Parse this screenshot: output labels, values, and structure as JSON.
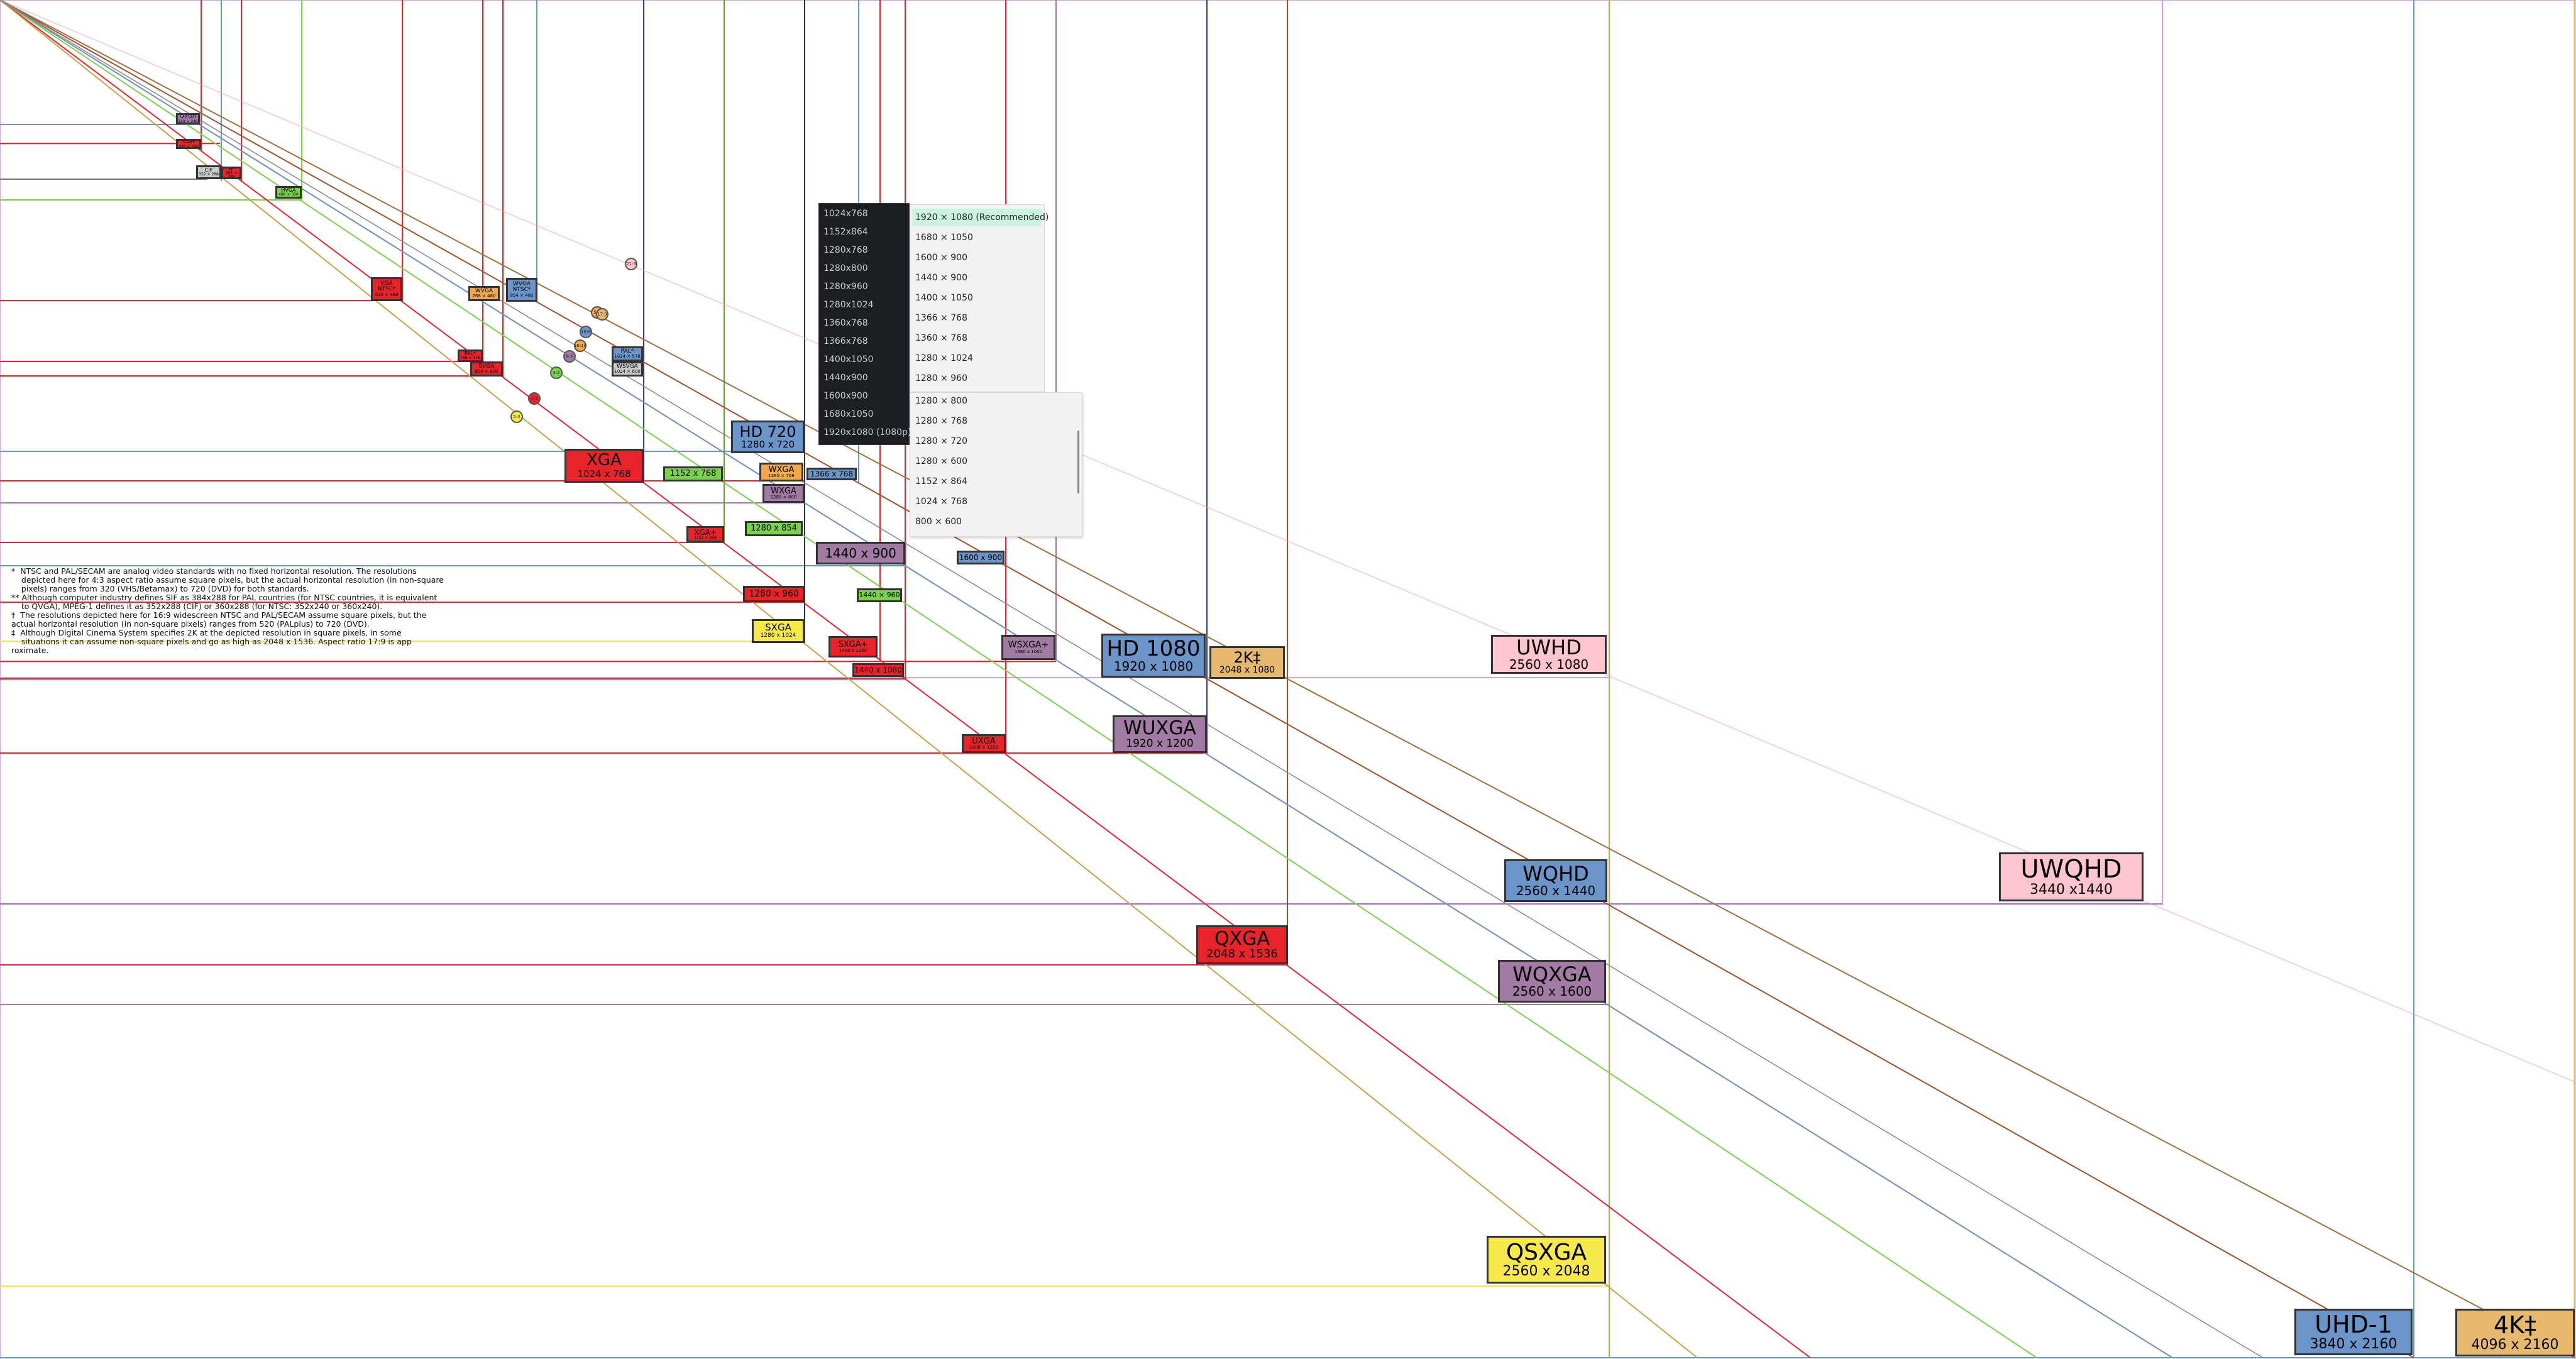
{
  "diagram": {
    "resolutions": [
      {
        "id": "qvga",
        "name": "QVGA",
        "res": "320 × 240",
        "fill": "#a17ba3"
      },
      {
        "id": "cga",
        "name": "CGA",
        "res": "320 × 200",
        "fill": "#e8232a"
      },
      {
        "id": "cif",
        "name": "CIF",
        "res": "352 × 288",
        "fill": "#c9c9c9"
      },
      {
        "id": "sif",
        "name": "SIF",
        "res": "384 × 288",
        "fill": "#e8232a"
      },
      {
        "id": "hvga",
        "name": "HVGA",
        "res": "480 × 320",
        "fill": "#7bd14a"
      },
      {
        "id": "vga",
        "name": "VGA NTSC*",
        "res": "640 × 480",
        "fill": "#e8232a"
      },
      {
        "id": "wvga",
        "name": "WVGA",
        "res": "768 × 480",
        "fill": "#f0a848"
      },
      {
        "id": "wvga-ntsc",
        "name": "WVGA NTSC*",
        "res": "854 × 480",
        "fill": "#6b94c9"
      },
      {
        "id": "pal",
        "name": "PAL*",
        "res": "768 × 576",
        "fill": "#e8232a"
      },
      {
        "id": "svga",
        "name": "SVGA",
        "res": "800 × 600",
        "fill": "#e8232a"
      },
      {
        "id": "pal-wide",
        "name": "PAL*",
        "res": "1024 × 576",
        "fill": "#6b94c9"
      },
      {
        "id": "wsvga",
        "name": "WSVGA",
        "res": "1024 × 600",
        "fill": "#c9c9c9"
      },
      {
        "id": "xga",
        "name": "XGA",
        "res": "1024 x 768",
        "fill": "#e8232a"
      },
      {
        "id": "hd720",
        "name": "HD 720",
        "res": "1280 x 720",
        "fill": "#6b94c9"
      },
      {
        "id": "1152x768",
        "name": "1152 x 768",
        "res": "",
        "fill": "#7bd14a"
      },
      {
        "id": "wxga1",
        "name": "WXGA",
        "res": "1280 × 768",
        "fill": "#f0a848"
      },
      {
        "id": "1366x768",
        "name": "1366 x 768",
        "res": "",
        "fill": "#6b94c9"
      },
      {
        "id": "wxga2",
        "name": "WXGA",
        "res": "1280 × 800",
        "fill": "#a17ba3"
      },
      {
        "id": "xga-plus",
        "name": "XGA+",
        "res": "1152 × 864",
        "fill": "#e8232a"
      },
      {
        "id": "1280x854",
        "name": "1280 x 854",
        "res": "",
        "fill": "#7bd14a"
      },
      {
        "id": "1440x900",
        "name": "1440 x 900",
        "res": "",
        "fill": "#a17ba3"
      },
      {
        "id": "1600x900",
        "name": "1600 x 900",
        "res": "",
        "fill": "#6b94c9"
      },
      {
        "id": "1280x960",
        "name": "1280 x 960",
        "res": "",
        "fill": "#e8232a"
      },
      {
        "id": "1440x960",
        "name": "1440 × 960",
        "res": "",
        "fill": "#7bd14a"
      },
      {
        "id": "sxga",
        "name": "SXGA",
        "res": "1280 x 1024",
        "fill": "#f7e94a"
      },
      {
        "id": "sxga-plus",
        "name": "SXGA+",
        "res": "1400 x 1050",
        "fill": "#e8232a"
      },
      {
        "id": "wsxga-plus",
        "name": "WSXGA+",
        "res": "1680 x 1050",
        "fill": "#a17ba3"
      },
      {
        "id": "1440x1080",
        "name": "1440 x 1080",
        "res": "",
        "fill": "#e8232a"
      },
      {
        "id": "hd1080",
        "name": "HD 1080",
        "res": "1920 x 1080",
        "fill": "#6b94c9"
      },
      {
        "id": "2k",
        "name": "2K‡",
        "res": "2048 x 1080",
        "fill": "#e6b86e"
      },
      {
        "id": "uxga",
        "name": "UXGA",
        "res": "1600 × 1200",
        "fill": "#e8232a"
      },
      {
        "id": "wuxga",
        "name": "WUXGA",
        "res": "1920 x 1200",
        "fill": "#a17ba3"
      },
      {
        "id": "uwhd",
        "name": "UWHD",
        "res": "2560 x 1080",
        "fill": "#ffc5cf"
      },
      {
        "id": "wqhd",
        "name": "WQHD",
        "res": "2560 x 1440",
        "fill": "#6b94c9"
      },
      {
        "id": "uwqhd",
        "name": "UWQHD",
        "res": "3440 x1440",
        "fill": "#ffc5cf"
      },
      {
        "id": "qxga",
        "name": "QXGA",
        "res": "2048 x 1536",
        "fill": "#e8232a"
      },
      {
        "id": "wqxga",
        "name": "WQXGA",
        "res": "2560 x 1600",
        "fill": "#a17ba3"
      },
      {
        "id": "qsxga",
        "name": "QSXGA",
        "res": "2560 x 2048",
        "fill": "#f7e94a"
      },
      {
        "id": "uhd1",
        "name": "UHD-1",
        "res": "3840 x 2160",
        "fill": "#6b94c9"
      },
      {
        "id": "4k",
        "name": "4K‡",
        "res": "4096 x 2160",
        "fill": "#e6b86e"
      }
    ],
    "ratio_dots": [
      {
        "id": "r21-9",
        "label": "21:9",
        "fill": "#ffc5cf"
      },
      {
        "id": "r16-9",
        "label": "16:9",
        "fill": "#6b94c9"
      },
      {
        "id": "r16-10",
        "label": "16:10",
        "fill": "#f0a848"
      },
      {
        "id": "r5-3",
        "label": "5:3",
        "fill": "#f0a848"
      },
      {
        "id": "r8-5",
        "label": "8:5",
        "fill": "#a17ba3"
      },
      {
        "id": "r3-2",
        "label": "3:2",
        "fill": "#7bd14a"
      },
      {
        "id": "r4-3",
        "label": "4:3",
        "fill": "#e8232a"
      },
      {
        "id": "r5-4",
        "label": "5:4",
        "fill": "#f7e94a"
      },
      {
        "id": "r17-9",
        "label": "17:9",
        "fill": "#e6b86e"
      }
    ],
    "notes": [
      "*  NTSC and PAL/SECAM are analog video standards with no fixed horizontal resolution. The resolutions",
      "    depicted here for 4:3 aspect ratio assume square pixels, but the actual horizontal resolution (in non-square",
      "    pixels) ranges from 320 (VHS/Betamax) to 720 (DVD) for both standards.",
      "** Although computer industry defines SIF as 384x288 for PAL countries (for NTSC countries, it is equivalent",
      "    to QVGA), MPEG-1 defines it as 352x288 (CIF) or 360x288 (for NTSC: 352x240 or 360x240).",
      "†  The resolutions depicted here for 16:9 widescreen NTSC and PAL/SECAM assume square pixels, but the",
      "actual horizontal resolution (in non-square pixels) ranges from 520 (PALplus) to 720 (DVD).",
      "‡  Although Digital Cinema System specifies 2K at the depicted resolution in square pixels, in some",
      "    situations it can assume non-square pixels and go as high as 2048 x 1536. Aspect ratio 17:9 is app",
      "roximate."
    ]
  },
  "dropdown_dark": {
    "items": [
      "1024x768",
      "1152x864",
      "1280x768",
      "1280x800",
      "1280x960",
      "1280x1024",
      "1360x768",
      "1366x768",
      "1400x1050",
      "1440x900",
      "1600x900",
      "1680x1050",
      "1920x1080 (1080p)"
    ]
  },
  "dropdown_light": {
    "items": [
      "1920 × 1080 (Recommended)",
      "1680 × 1050",
      "1600 × 900",
      "1440 × 900",
      "1400 × 1050",
      "1366 × 768",
      "1360 × 768",
      "1280 × 1024",
      "1280 × 960"
    ],
    "items2": [
      "1280 × 800",
      "1280 × 768",
      "1280 × 720",
      "1280 × 600",
      "1152 × 864",
      "1024 × 768",
      "800 × 600"
    ],
    "highlight": "#c9f4de"
  }
}
